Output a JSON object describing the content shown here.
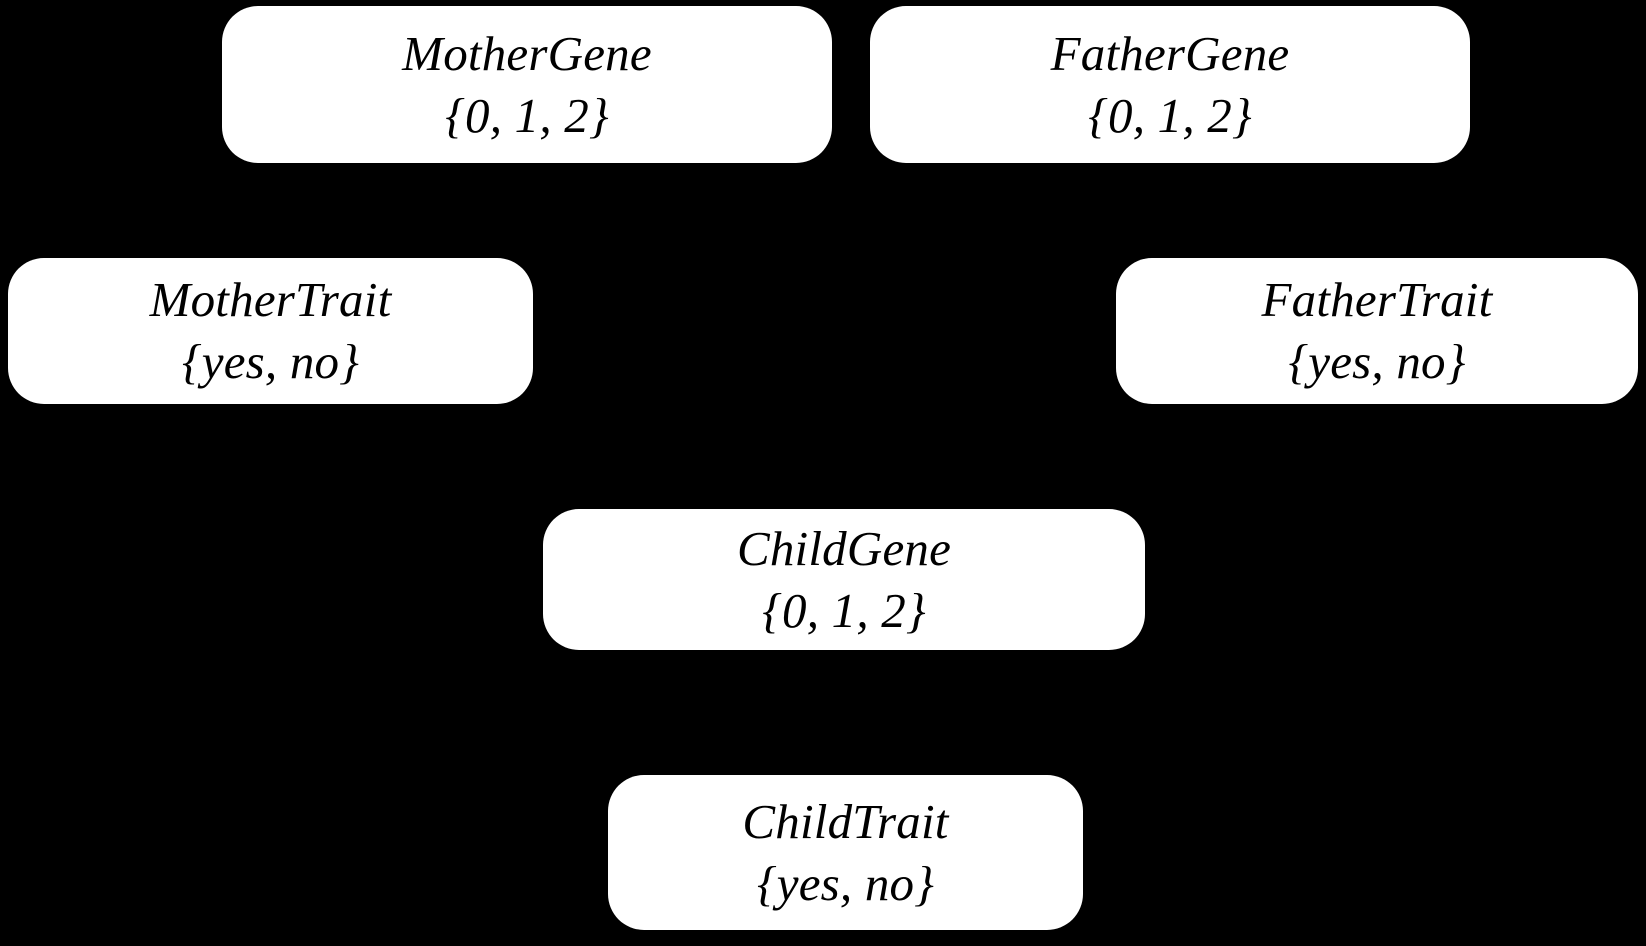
{
  "diagram": {
    "type": "bayesian-network",
    "background_color": "#000000",
    "node_fill_color": "#FFFFFF",
    "node_text_color": "#000000",
    "nodes": [
      {
        "id": "mother-gene",
        "name": "MotherGene",
        "domain": "{0, 1, 2}"
      },
      {
        "id": "father-gene",
        "name": "FatherGene",
        "domain": "{0, 1, 2}"
      },
      {
        "id": "mother-trait",
        "name": "MotherTrait",
        "domain": "{yes, no}"
      },
      {
        "id": "father-trait",
        "name": "FatherTrait",
        "domain": "{yes, no}"
      },
      {
        "id": "child-gene",
        "name": "ChildGene",
        "domain": "{0, 1, 2}"
      },
      {
        "id": "child-trait",
        "name": "ChildTrait",
        "domain": "{yes, no}"
      }
    ]
  }
}
